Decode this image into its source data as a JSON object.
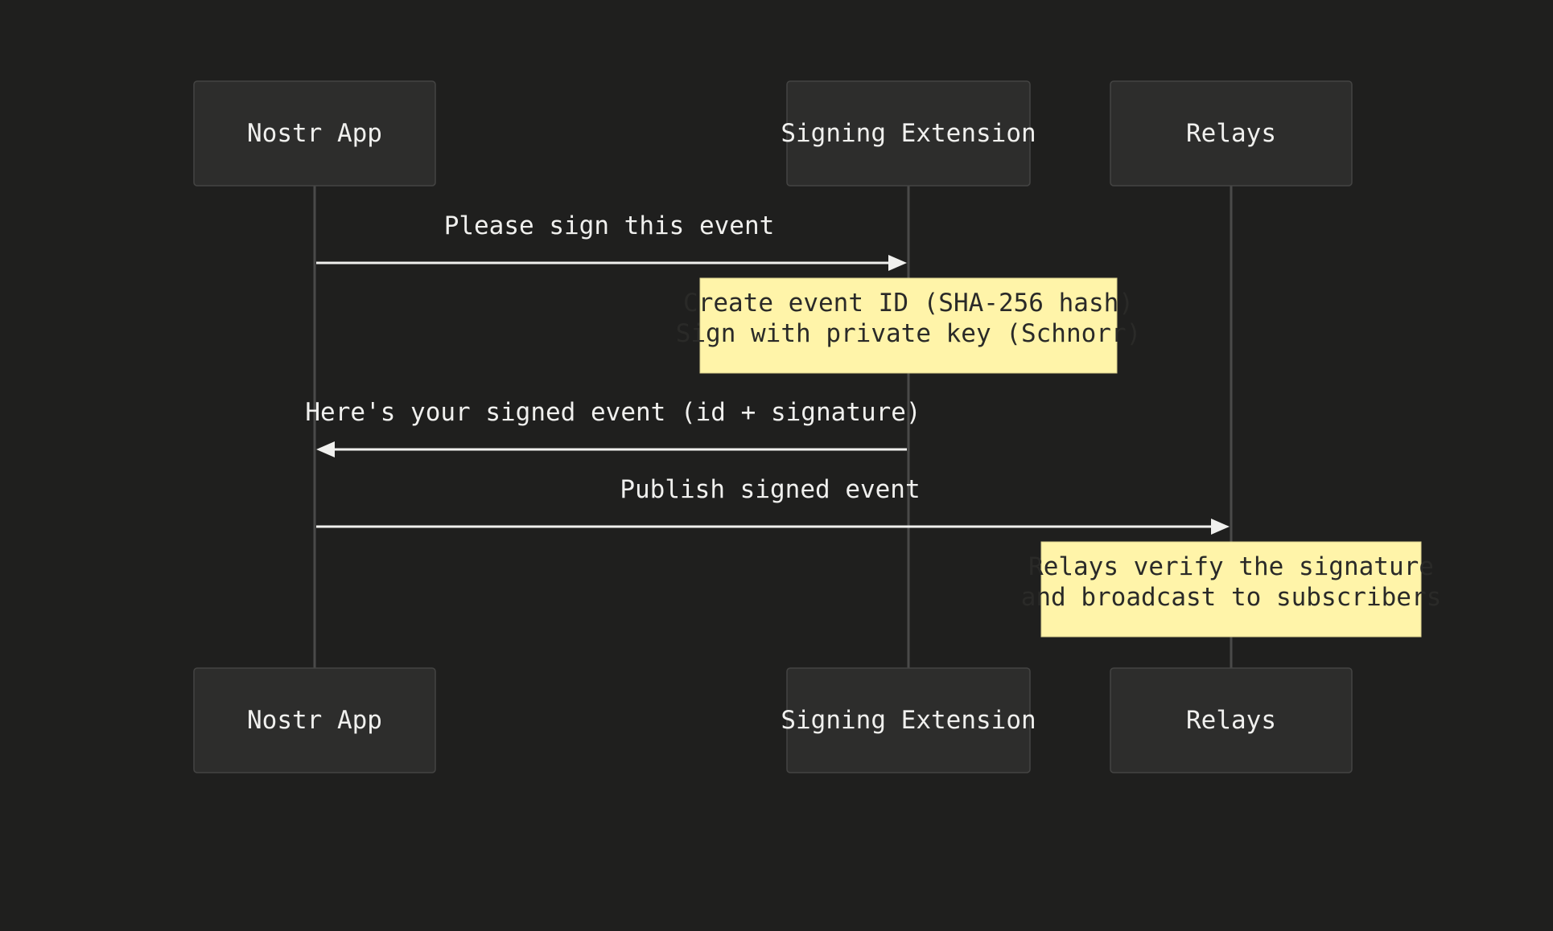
{
  "colors": {
    "background": "#1f1f1e",
    "actor_fill": "#2d2d2c",
    "actor_stroke": "#444443",
    "lifeline": "#4a4a49",
    "message": "#f0f0ee",
    "note_fill": "#fff4a9",
    "note_text": "#2a2a28"
  },
  "participants": [
    {
      "id": "app",
      "label": "Nostr App"
    },
    {
      "id": "ext",
      "label": "Signing Extension"
    },
    {
      "id": "relays",
      "label": "Relays"
    }
  ],
  "messages": [
    {
      "from": "app",
      "to": "ext",
      "label": "Please sign this event"
    },
    {
      "from": "ext",
      "to": "app",
      "label": "Here's your signed event (id + signature)"
    },
    {
      "from": "app",
      "to": "relays",
      "label": "Publish signed event"
    }
  ],
  "notes": [
    {
      "over": "ext",
      "lines": [
        "Create event ID (SHA-256 hash)",
        "Sign with private key (Schnorr)"
      ]
    },
    {
      "over": "relays",
      "lines": [
        "Relays verify the signature",
        "and broadcast to subscribers"
      ]
    }
  ]
}
